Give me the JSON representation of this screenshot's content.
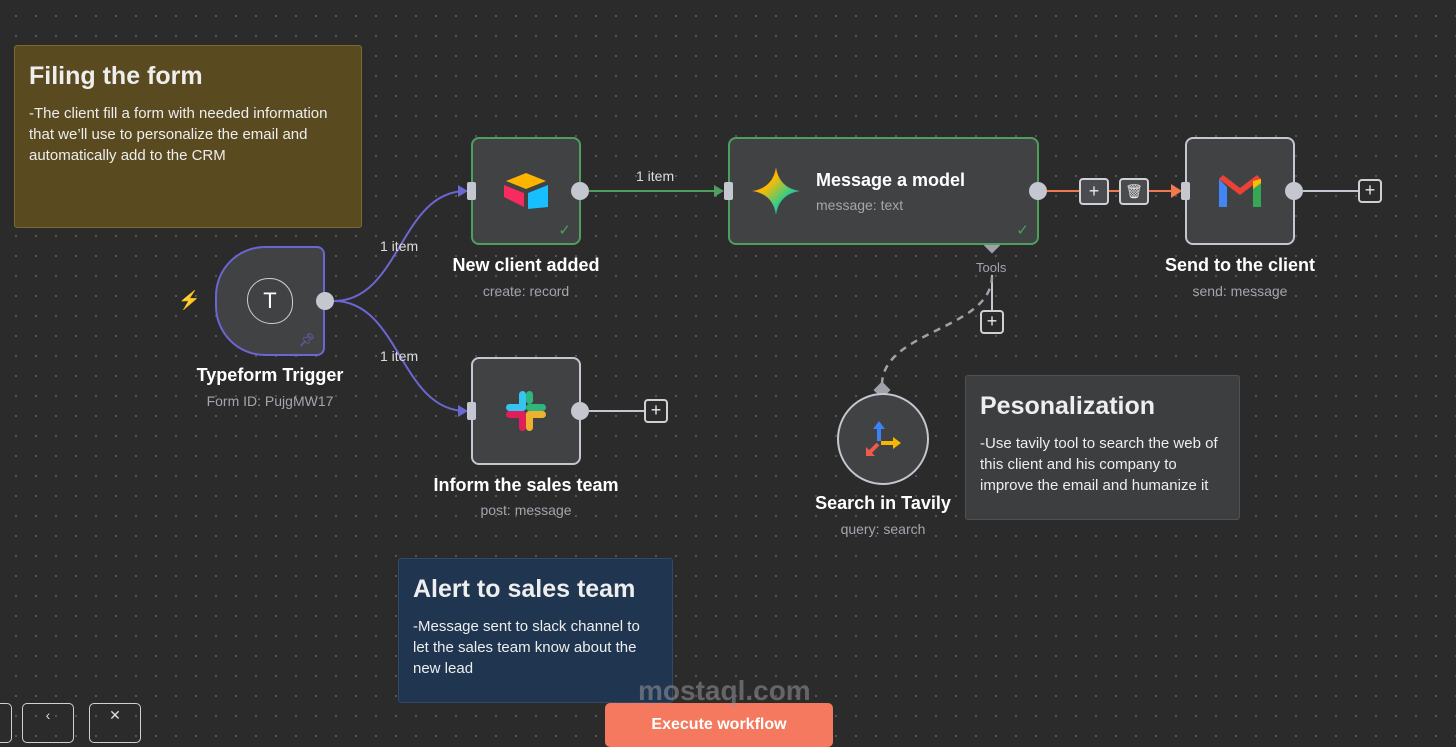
{
  "stickies": [
    {
      "title": "Filing the form",
      "body": "-The client fill a form with needed information that we’ll use to personalize the email and automatically add to the CRM"
    },
    {
      "title": "Pesonalization",
      "body": "-Use tavily tool to search the web of this client and his company to improve the email and humanize it"
    },
    {
      "title": "Alert to sales team",
      "body": "-Message sent to slack channel to let the sales team know about the new lead"
    }
  ],
  "nodes": {
    "trigger": {
      "title": "Typeform Trigger",
      "sub": "Form ID: PujgMW17",
      "icon_letter": "T"
    },
    "airtable": {
      "title": "New client added",
      "sub": "create: record"
    },
    "slack": {
      "title": "Inform the sales team",
      "sub": "post: message"
    },
    "gemini": {
      "title": "Message a model",
      "sub": "message: text",
      "tools_label": "Tools"
    },
    "gmail": {
      "title": "Send to the client",
      "sub": "send: message"
    },
    "tavily": {
      "title": "Search in Tavily",
      "sub": "query: search"
    }
  },
  "edges": {
    "trigger_airtable": "1 item",
    "trigger_slack": "1 item",
    "airtable_gemini": "1 item"
  },
  "toolbar": {
    "execute_label": "Execute workflow"
  },
  "watermark": "mostaql.com",
  "colors": {
    "success": "#4f9e60",
    "trigger": "#6b66d0",
    "active_edge": "#f0794f",
    "execute": "#f4795e"
  }
}
